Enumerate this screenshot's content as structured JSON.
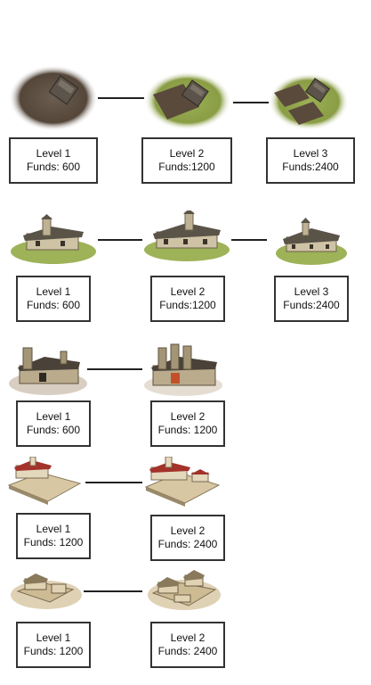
{
  "rows": [
    {
      "name": "field",
      "stages": [
        {
          "level": "Level 1",
          "funds": "Funds: 600",
          "icon": "field-icon"
        },
        {
          "level": "Level 2",
          "funds": "Funds:1200",
          "icon": "field-icon"
        },
        {
          "level": "Level 3",
          "funds": "Funds:2400",
          "icon": "field-icon"
        }
      ]
    },
    {
      "name": "farmhouse",
      "stages": [
        {
          "level": "Level 1",
          "funds": "Funds: 600",
          "icon": "farmhouse-icon"
        },
        {
          "level": "Level 2",
          "funds": "Funds:1200",
          "icon": "farmhouse-icon"
        },
        {
          "level": "Level 3",
          "funds": "Funds:2400",
          "icon": "farmhouse-icon"
        }
      ]
    },
    {
      "name": "workshop",
      "stages": [
        {
          "level": "Level 1",
          "funds": "Funds: 600",
          "icon": "workshop-icon"
        },
        {
          "level": "Level 2",
          "funds": "Funds: 1200",
          "icon": "workshop-icon"
        }
      ]
    },
    {
      "name": "courtyard",
      "stages": [
        {
          "level": "Level 1",
          "funds": "Funds: 1200",
          "icon": "courtyard-icon"
        },
        {
          "level": "Level 2",
          "funds": "Funds: 2400",
          "icon": "courtyard-icon"
        }
      ]
    },
    {
      "name": "compound",
      "stages": [
        {
          "level": "Level 1",
          "funds": "Funds: 1200",
          "icon": "compound-icon"
        },
        {
          "level": "Level 2",
          "funds": "Funds: 2400",
          "icon": "compound-icon"
        }
      ]
    }
  ],
  "colors": {
    "box_border": "#333333",
    "connector": "#222222",
    "grass": "#8fa348",
    "soil": "#5a4a3c",
    "roof": "#4a4238",
    "stone": "#c9bfa8",
    "red_roof": "#a3322a",
    "sand": "#d8c7a3"
  }
}
